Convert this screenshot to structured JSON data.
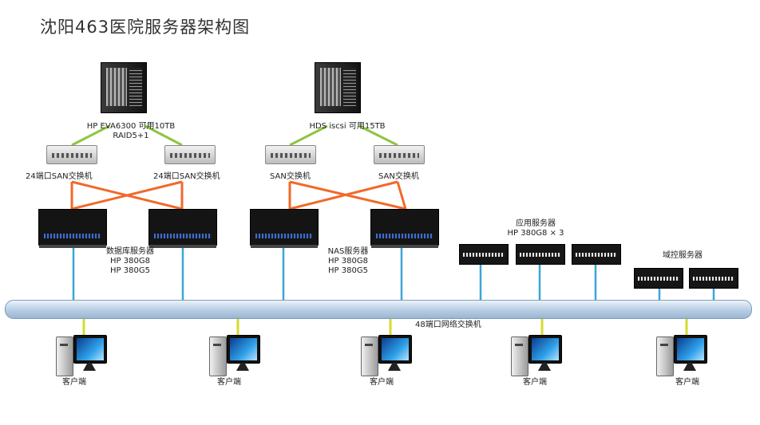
{
  "title": "沈阳463医院服务器架构图",
  "storage": [
    {
      "label_line1": "HP EVA6300 可用10TB",
      "label_line2": "RAID5+1"
    },
    {
      "label_line1": "HDS iscsi 可用15TB",
      "label_line2": ""
    }
  ],
  "san_switches": [
    "24端口SAN交换机",
    "24端口SAN交换机",
    "SAN交换机",
    "SAN交换机"
  ],
  "db_servers": {
    "name": "数据库服务器",
    "line1": "HP 380G8",
    "line2": "HP 380G5"
  },
  "nas_servers": {
    "name": "NAS服务器",
    "line1": "HP 380G8",
    "line2": "HP 380G5"
  },
  "app_servers": {
    "name": "应用服务器",
    "spec": "HP 380G8 × 3"
  },
  "domain_servers": {
    "name": "域控服务器"
  },
  "network_switch": "48端口网络交换机",
  "clients": [
    "客户端",
    "客户端",
    "客户端",
    "客户端",
    "客户端"
  ],
  "colors": {
    "san_link": "#f06a2a",
    "storage_link": "#8cc63f",
    "lan_link": "#3aa6d8",
    "client_link": "#d6dc2a",
    "bus": "#b7cde3"
  },
  "icons": [
    "storage-rack-icon",
    "san-switch-icon",
    "rack-server-icon",
    "mini-server-icon",
    "desktop-pc-icon"
  ]
}
